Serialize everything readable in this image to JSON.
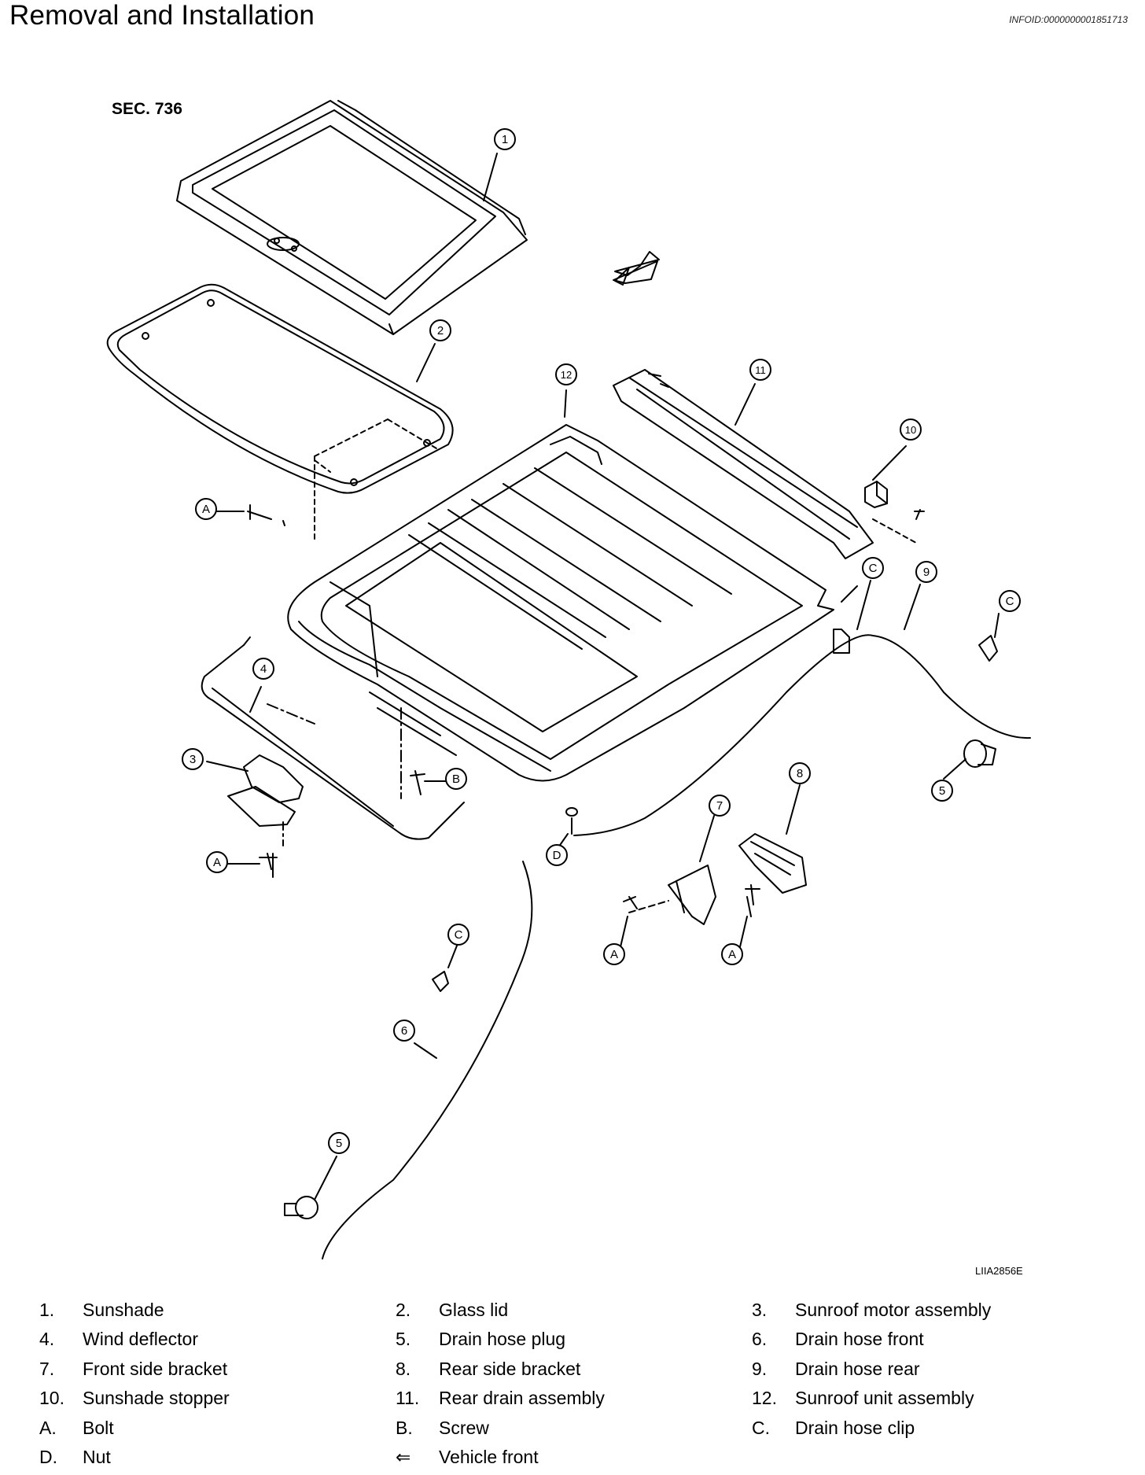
{
  "header": {
    "title": "Removal and Installation",
    "info_id": "INFOID:0000000001851713"
  },
  "figure": {
    "section": "SEC. 736",
    "code": "LIIA2856E",
    "callouts": {
      "n1": "1",
      "n2": "2",
      "n3": "3",
      "n4": "4",
      "n5a": "5",
      "n5b": "5",
      "n6": "6",
      "n7": "7",
      "n8": "8",
      "n9": "9",
      "n10": "10",
      "n11": "11",
      "n12": "12",
      "a1": "A",
      "a2": "A",
      "a3": "A",
      "a4": "A",
      "b1": "B",
      "c1": "C",
      "c2": "C",
      "c3": "C",
      "d1": "D"
    }
  },
  "legend": [
    [
      {
        "num": "1.",
        "label": "Sunshade"
      },
      {
        "num": "2.",
        "label": "Glass lid"
      },
      {
        "num": "3.",
        "label": "Sunroof motor assembly"
      }
    ],
    [
      {
        "num": "4.",
        "label": "Wind deflector"
      },
      {
        "num": "5.",
        "label": "Drain hose plug"
      },
      {
        "num": "6.",
        "label": "Drain hose front"
      }
    ],
    [
      {
        "num": "7.",
        "label": "Front side bracket"
      },
      {
        "num": "8.",
        "label": "Rear side bracket"
      },
      {
        "num": "9.",
        "label": "Drain hose rear"
      }
    ],
    [
      {
        "num": "10.",
        "label": "Sunshade stopper"
      },
      {
        "num": "11.",
        "label": "Rear drain assembly"
      },
      {
        "num": "12.",
        "label": "Sunroof unit assembly"
      }
    ],
    [
      {
        "num": "A.",
        "label": "Bolt"
      },
      {
        "num": "B.",
        "label": "Screw"
      },
      {
        "num": "C.",
        "label": "Drain hose clip"
      }
    ],
    [
      {
        "num": "D.",
        "label": "Nut"
      },
      {
        "num": "⇐",
        "label": "Vehicle front"
      }
    ]
  ]
}
